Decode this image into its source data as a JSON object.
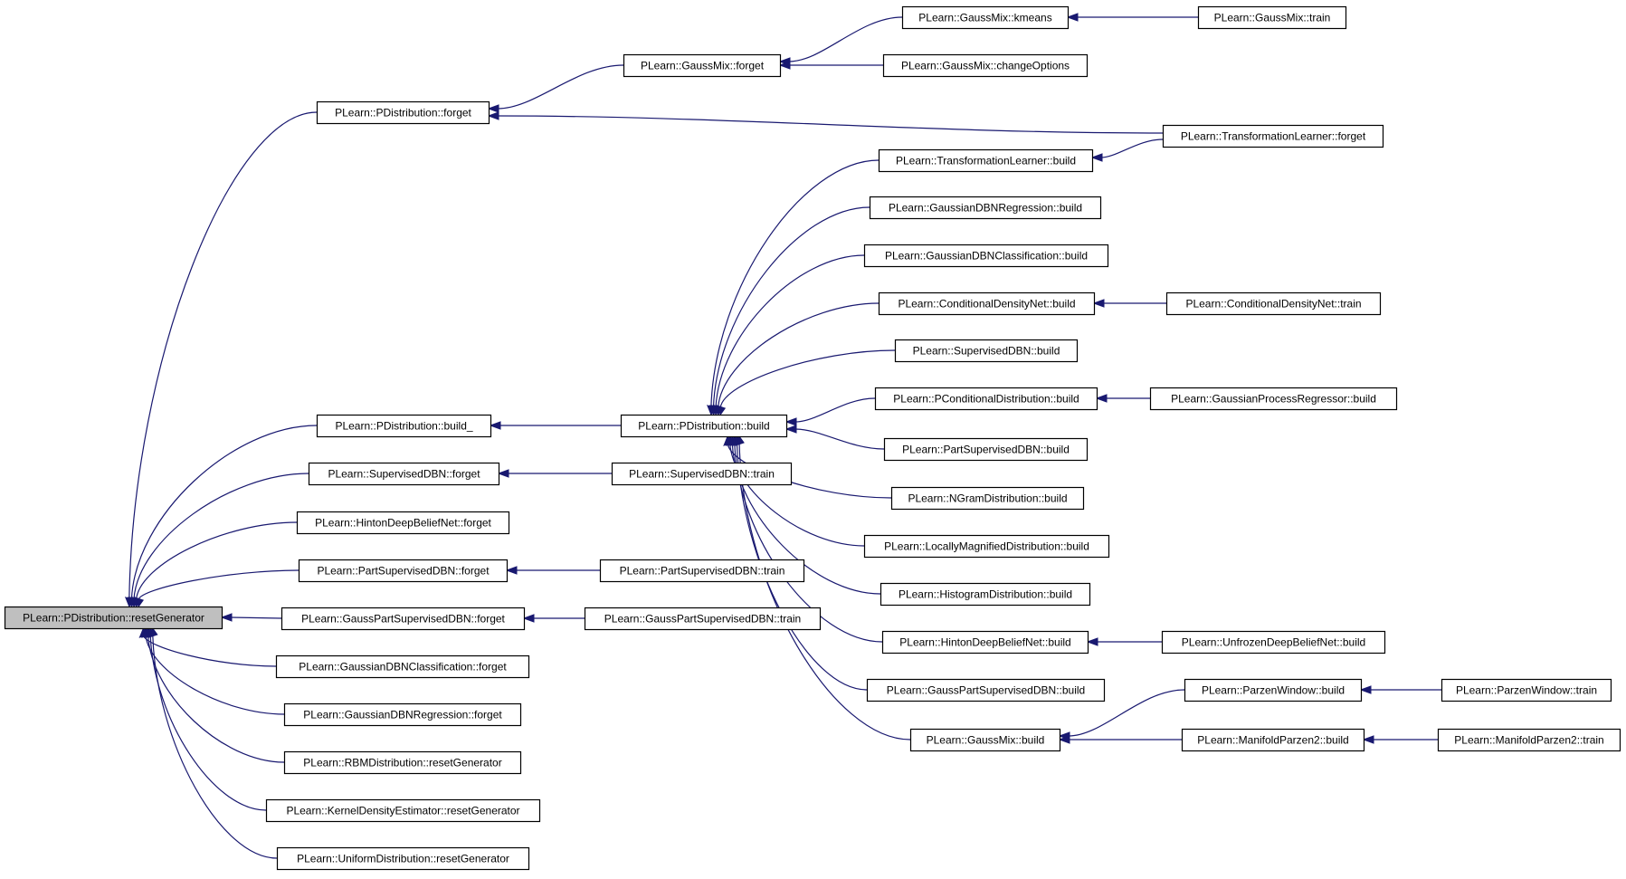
{
  "colors": {
    "edge": "#191970",
    "root_fill": "#bfbfbf",
    "node_fill": "#ffffff",
    "node_border": "#000000"
  },
  "nodes": {
    "root": "PLearn::PDistribution::resetGenerator",
    "pd_forget": "PLearn::PDistribution::forget",
    "pd_build_": "PLearn::PDistribution::build_",
    "sdbn_forget": "PLearn::SupervisedDBN::forget",
    "hdbn_forget": "PLearn::HintonDeepBeliefNet::forget",
    "psdbn_forget": "PLearn::PartSupervisedDBN::forget",
    "gpsdbn_forget": "PLearn::GaussPartSupervisedDBN::forget",
    "gdbnc_forget": "PLearn::GaussianDBNClassification::forget",
    "gdbnr_forget": "PLearn::GaussianDBNRegression::forget",
    "rbm_reset": "PLearn::RBMDistribution::resetGenerator",
    "kde_reset": "PLearn::KernelDensityEstimator::resetGenerator",
    "ud_reset": "PLearn::UniformDistribution::resetGenerator",
    "gm_forget": "PLearn::GaussMix::forget",
    "gm_kmeans": "PLearn::GaussMix::kmeans",
    "gm_changeopt": "PLearn::GaussMix::changeOptions",
    "gm_train": "PLearn::GaussMix::train",
    "tl_forget": "PLearn::TransformationLearner::forget",
    "pd_build": "PLearn::PDistribution::build",
    "sdbn_train": "PLearn::SupervisedDBN::train",
    "psdbn_train": "PLearn::PartSupervisedDBN::train",
    "gpsdbn_train": "PLearn::GaussPartSupervisedDBN::train",
    "tl_build": "PLearn::TransformationLearner::build",
    "gdbnr_build": "PLearn::GaussianDBNRegression::build",
    "gdbnc_build": "PLearn::GaussianDBNClassification::build",
    "cdn_build": "PLearn::ConditionalDensityNet::build",
    "sdbn_build": "PLearn::SupervisedDBN::build",
    "pcd_build": "PLearn::PConditionalDistribution::build",
    "psdbn_build": "PLearn::PartSupervisedDBN::build",
    "ngram_build": "PLearn::NGramDistribution::build",
    "lmd_build": "PLearn::LocallyMagnifiedDistribution::build",
    "hist_build": "PLearn::HistogramDistribution::build",
    "hdbn_build": "PLearn::HintonDeepBeliefNet::build",
    "gpsdbn_build": "PLearn::GaussPartSupervisedDBN::build",
    "gm_build": "PLearn::GaussMix::build",
    "cdn_train": "PLearn::ConditionalDensityNet::train",
    "gpr_build": "PLearn::GaussianProcessRegressor::build",
    "udbn_build": "PLearn::UnfrozenDeepBeliefNet::build",
    "pw_build": "PLearn::ParzenWindow::build",
    "mp2_build": "PLearn::ManifoldParzen2::build",
    "pw_train": "PLearn::ParzenWindow::train",
    "mp2_train": "PLearn::ManifoldParzen2::train"
  }
}
